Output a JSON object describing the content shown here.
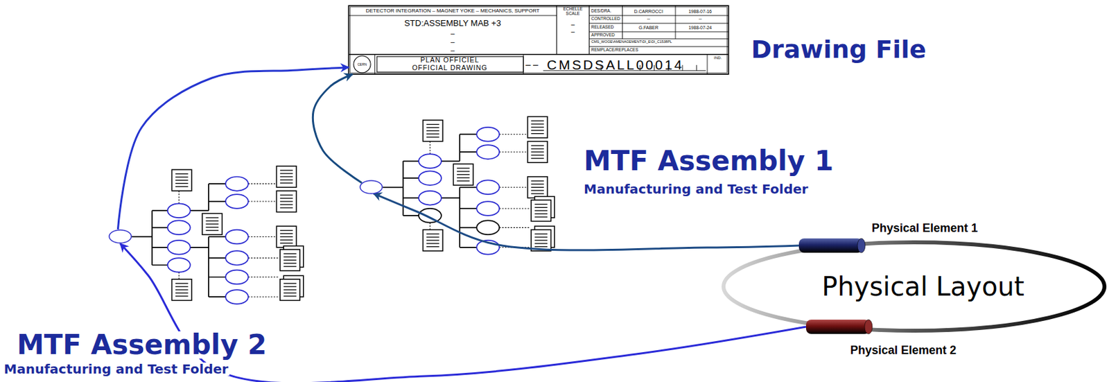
{
  "diagram": {
    "nodes": [
      {
        "text": [
          "Drawing File",
          "DETECTOR INTEGRATION – MAGNET YOKE – MECHANICS, SUPPORT",
          "STD:ASSEMBLY MAB +3",
          "–",
          "–",
          "–",
          "ECHELLE SCALE",
          "–",
          "–",
          "DES/DRA.",
          "D.CARROCCI",
          "1988-07-16",
          "CONTROLLED",
          "–",
          "–",
          "RELEASED",
          "G.FABER",
          "1988-07-24",
          "APPROVED",
          "CMS_WOGE\\AMENAGEMENT\\DI_E\\DI_C1538PL",
          "REMPLACE/REPLACES",
          "CERN",
          "PLAN OFFICIEL OFFICIAL DRAWING",
          "– –",
          "CMSDSALL00014",
          "IND."
        ]
      },
      {
        "text": [
          "MTF Assembly 1",
          "Manufacturing and Test Folder"
        ]
      },
      {
        "text": [
          "MTF Assembly 2",
          "Manufacturing and Test Folder"
        ]
      },
      {
        "text": [
          "Physical Layout"
        ]
      },
      {
        "text": [
          "Physical Element 1"
        ],
        "in": 3
      },
      {
        "text": [
          "Physical Element 2"
        ],
        "in": 3
      }
    ],
    "edges": [
      {
        "from": 4,
        "to": 1,
        "arrow": "to"
      },
      {
        "from": 5,
        "to": 2,
        "arrow": "to"
      },
      {
        "from": 1,
        "to": 0,
        "arrow": "to"
      },
      {
        "from": 2,
        "to": 0,
        "arrow": "to"
      }
    ]
  }
}
